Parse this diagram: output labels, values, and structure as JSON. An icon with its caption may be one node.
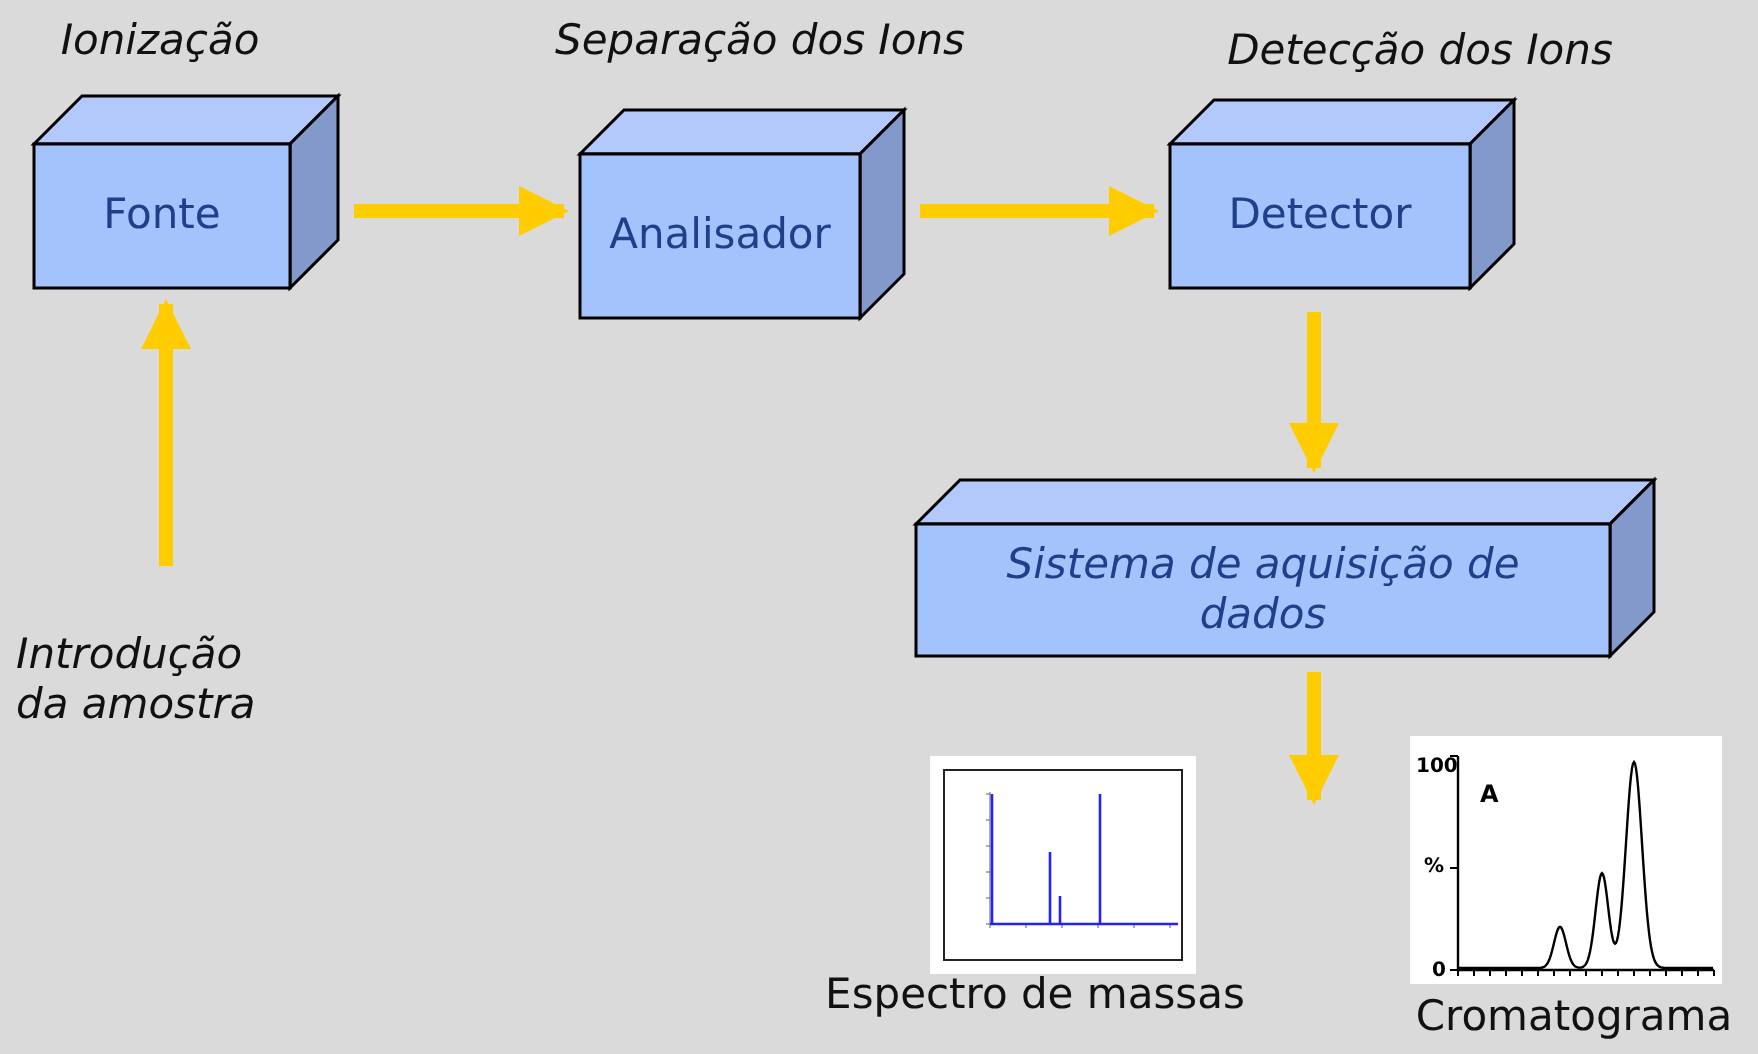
{
  "diagram": {
    "nodes": [
      {
        "text": [
          "Fonte"
        ],
        "beside": [
          "Ionização"
        ]
      },
      {
        "text": [
          "Analisador"
        ],
        "beside": [
          "Separação dos Ions"
        ]
      },
      {
        "text": [
          "Detector"
        ],
        "beside": [
          "Detecção dos Ions"
        ]
      },
      {
        "text": [
          "Sistema de aquisição de dados"
        ]
      },
      {
        "text": [
          "Introdução da amostra"
        ]
      },
      {
        "text": [],
        "shape": "picture",
        "beside": [
          "Espectro de massas"
        ]
      },
      {
        "text": [],
        "shape": "picture",
        "beside": [
          "Cromatograma"
        ]
      }
    ],
    "edges": [
      {
        "from": 4,
        "to": 0,
        "arrow": "to"
      },
      {
        "from": 0,
        "to": 1,
        "arrow": "to"
      },
      {
        "from": 1,
        "to": 2,
        "arrow": "to"
      },
      {
        "from": 2,
        "to": 3,
        "arrow": "to"
      },
      {
        "from": 3,
        "to": null,
        "arrow": "to"
      }
    ],
    "labels": [
      "100",
      "A",
      "%",
      "0"
    ]
  }
}
